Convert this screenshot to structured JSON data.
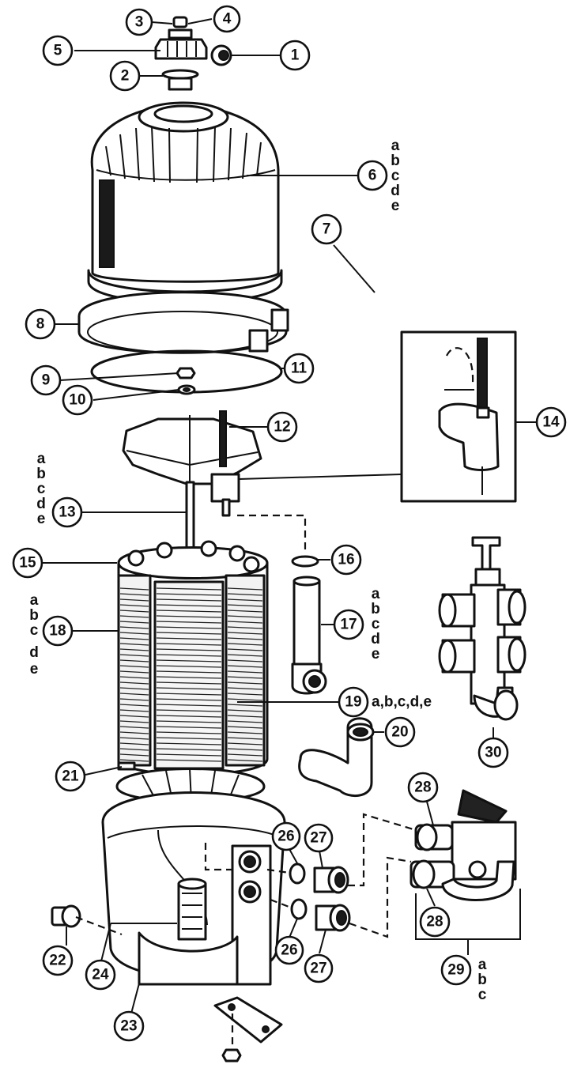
{
  "callouts": {
    "c1": "1",
    "c2": "2",
    "c3": "3",
    "c4": "4",
    "c5": "5",
    "c6": "6",
    "c7": "7",
    "c8": "8",
    "c9": "9",
    "c10": "10",
    "c11": "11",
    "c12": "12",
    "c13": "13",
    "c14": "14",
    "c15": "15",
    "c16": "16",
    "c17": "17",
    "c18": "18",
    "c19": "19",
    "c20": "20",
    "c21": "21",
    "c22": "22",
    "c23": "23",
    "c24": "24",
    "c26a": "26",
    "c26b": "26",
    "c27a": "27",
    "c27b": "27",
    "c28a": "28",
    "c28b": "28",
    "c29": "29",
    "c30": "30"
  },
  "variants": {
    "v6": [
      "a",
      "b",
      "c",
      "d",
      "e"
    ],
    "v13": [
      "a",
      "b",
      "c",
      "d",
      "e"
    ],
    "v17": [
      "a",
      "b",
      "c",
      "d",
      "e"
    ],
    "v18": [
      "a",
      "b",
      "c",
      "d",
      "e"
    ],
    "v19": "a,b,c,d,e",
    "v29": [
      "a",
      "b",
      "c"
    ]
  }
}
